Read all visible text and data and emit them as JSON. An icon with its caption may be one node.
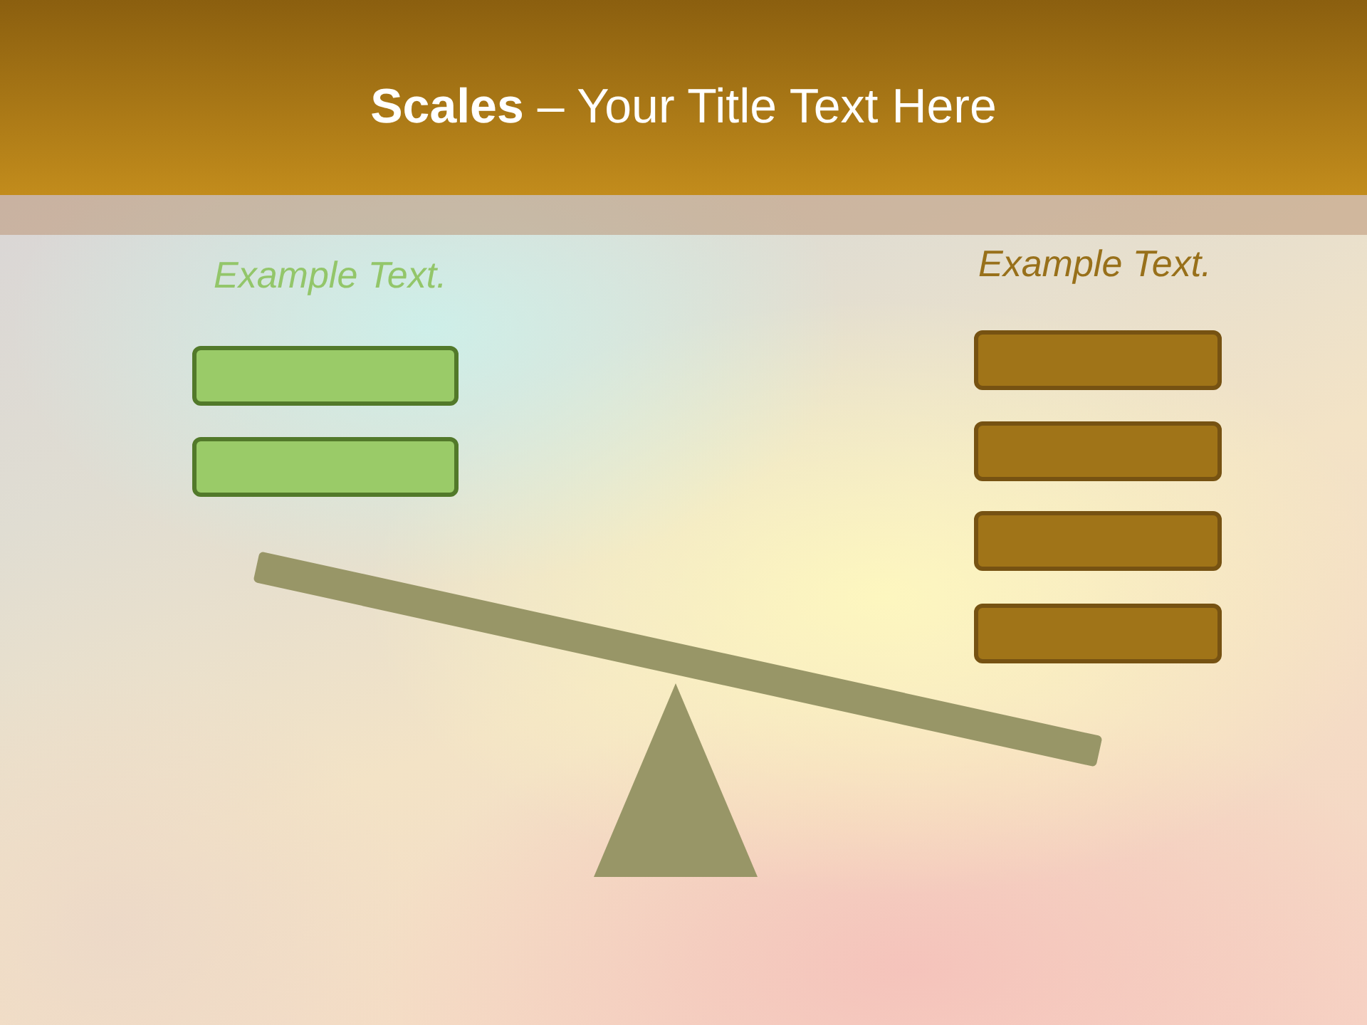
{
  "diagram": {
    "title": "**Scales** – Your Title Text Here",
    "nodes": [
      {
        "text": [],
        "shape": "box"
      },
      {
        "text": [],
        "shape": "box"
      },
      {
        "text": [],
        "shape": "box"
      },
      {
        "text": [],
        "shape": "box"
      },
      {
        "text": [],
        "shape": "box"
      },
      {
        "text": [],
        "shape": "box"
      },
      {
        "text": [],
        "shape": "bar"
      },
      {
        "text": [],
        "shape": "triangle"
      }
    ],
    "labels": [
      "Example Text.",
      "Example Text."
    ]
  }
}
